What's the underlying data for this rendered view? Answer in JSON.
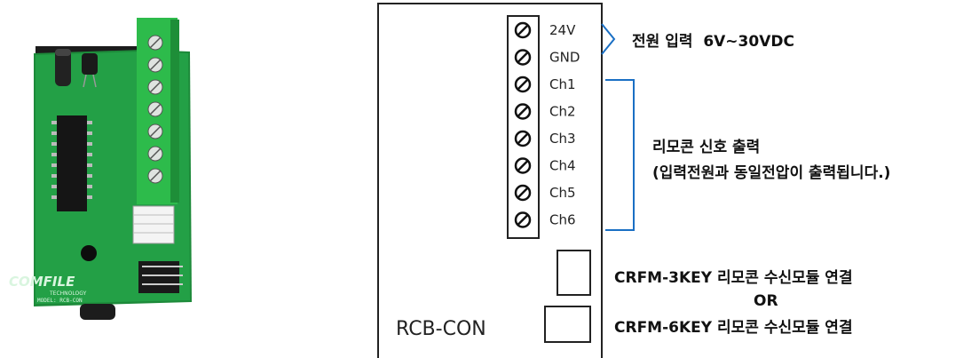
{
  "photo": {
    "brand": "COMFILE",
    "brand_sub": "TECHNOLOGY",
    "model_text": "MODEL: RCB-CON"
  },
  "diagram": {
    "pins": [
      "24V",
      "GND",
      "Ch1",
      "Ch2",
      "Ch3",
      "Ch4",
      "Ch5",
      "Ch6"
    ],
    "power_label": "전원 입력  6V~30VDC",
    "signal_label_line1": "리모콘 신호 출력",
    "signal_label_line2": "(입력전원과 동일전압이 출력됩니다.)",
    "connector1_label": "CRFM-3KEY 리모콘 수신모듈 연결",
    "or_label": "OR",
    "connector2_label": "CRFM-6KEY 리모콘 수신모듈 연결",
    "board_name": "RCB-CON",
    "bracket_color": "#1a6fc4"
  }
}
